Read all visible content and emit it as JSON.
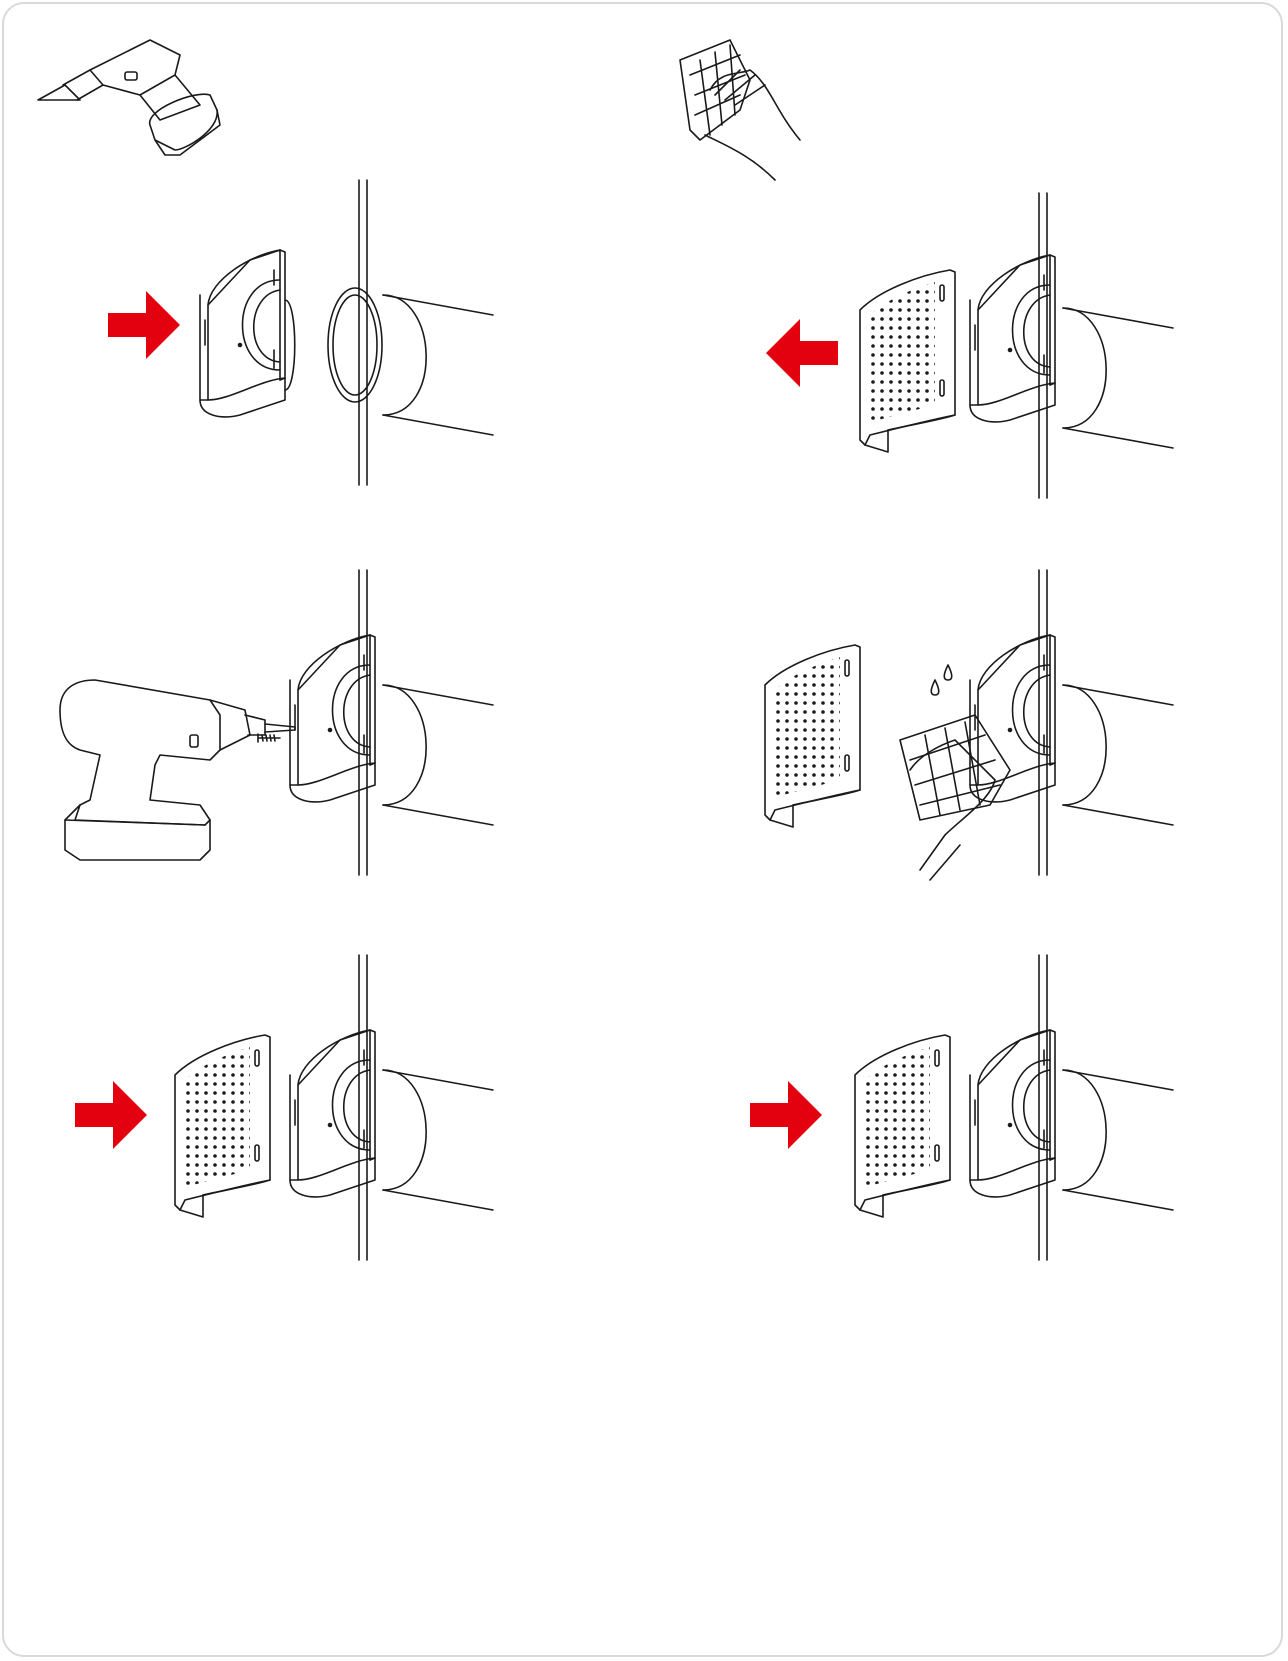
{
  "colors": {
    "arrow": "#e3000f",
    "line": "#1a1a1a",
    "frame": "#d9d9d9",
    "background": "#ffffff"
  },
  "tools": [
    {
      "id": "tool-drill",
      "icon": "cordless-drill-icon"
    },
    {
      "id": "tool-cloth",
      "icon": "cleaning-cloth-hand-icon"
    }
  ],
  "steps": [
    {
      "id": "step-1",
      "action": "fit-housing-onto-duct",
      "arrow": "right"
    },
    {
      "id": "step-2",
      "action": "remove-front-grille",
      "arrow": "left"
    },
    {
      "id": "step-3",
      "action": "screw-housing-to-wall",
      "arrow": null
    },
    {
      "id": "step-4",
      "action": "wipe-housing-with-damp-cloth",
      "arrow": null
    },
    {
      "id": "step-5",
      "action": "attach-front-grille",
      "arrow": "right"
    },
    {
      "id": "step-6",
      "action": "attach-front-grille",
      "arrow": "right"
    }
  ]
}
